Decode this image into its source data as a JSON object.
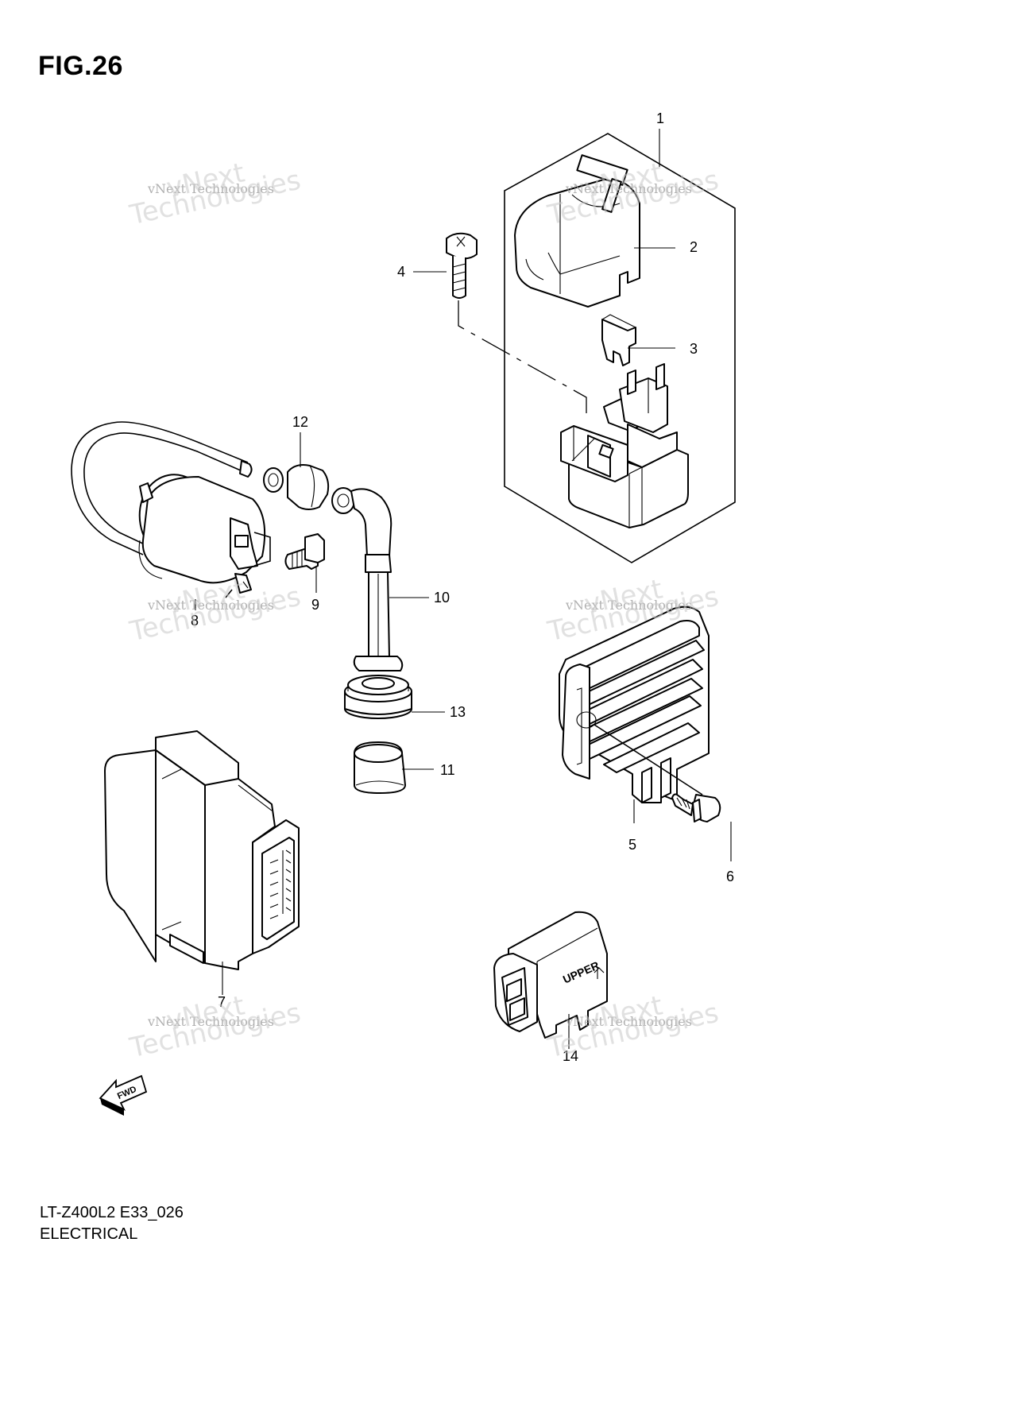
{
  "figure": {
    "title": "FIG.26",
    "model_code": "LT-Z400L2 E33_026",
    "section_name": "ELECTRICAL"
  },
  "callouts": [
    {
      "num": "1",
      "part": "starter-relay-assembly"
    },
    {
      "num": "2",
      "part": "relay-cap"
    },
    {
      "num": "3",
      "part": "fuse"
    },
    {
      "num": "4",
      "part": "bolt"
    },
    {
      "num": "5",
      "part": "regulator-rectifier"
    },
    {
      "num": "6",
      "part": "bolt"
    },
    {
      "num": "7",
      "part": "ecm-unit"
    },
    {
      "num": "8",
      "part": "ignition-coil"
    },
    {
      "num": "9",
      "part": "bolt"
    },
    {
      "num": "10",
      "part": "plug-cap"
    },
    {
      "num": "11",
      "part": "cap"
    },
    {
      "num": "12",
      "part": "boot"
    },
    {
      "num": "13",
      "part": "grommet"
    },
    {
      "num": "14",
      "part": "connector"
    }
  ],
  "labels": {
    "upper": "UPPER",
    "fwd": "FWD"
  },
  "watermark": {
    "brand_line": "vNext Technologies",
    "big_line_1": "vNext",
    "big_line_2": "Technologies"
  }
}
